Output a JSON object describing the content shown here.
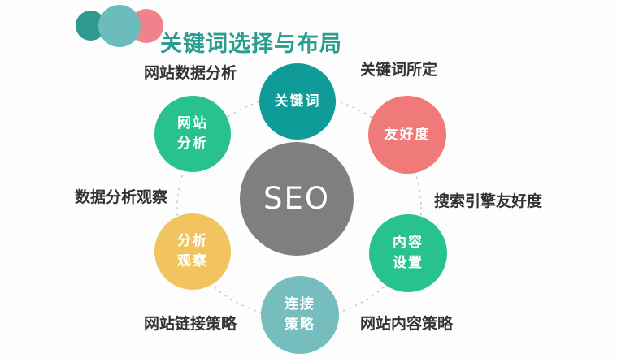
{
  "header": {
    "title": "关键词选择与布局",
    "title_color": "#2a9d8f",
    "dots": {
      "left_color": "#2f9a90",
      "middle_color": "#6cbcbe",
      "right_color": "#f0828c"
    }
  },
  "diagram": {
    "ring_color": "#c8c8c8",
    "annotation_color": "#333333",
    "center_node": {
      "label": "SEO",
      "color": "#7f7f7f"
    },
    "nodes": {
      "keyword": {
        "label": "关键词",
        "color": "#0f9b98"
      },
      "friendliness": {
        "label": "友好度",
        "color": "#f07a7a"
      },
      "content": {
        "label": "内容\n设置",
        "color": "#27c28e"
      },
      "link": {
        "label": "连接\n策略",
        "color": "#76bdbe"
      },
      "observe": {
        "label": "分析\n观察",
        "color": "#f2c45f"
      },
      "site": {
        "label": "网站\n分析",
        "color": "#27c28e"
      }
    },
    "annotations": {
      "top_left": "网站数据分析",
      "top_right": "关键词所定",
      "right": "搜索引擎友好度",
      "left": "数据分析观察",
      "bottom_left": "网站链接策略",
      "bottom_right": "网站内容策略"
    }
  }
}
